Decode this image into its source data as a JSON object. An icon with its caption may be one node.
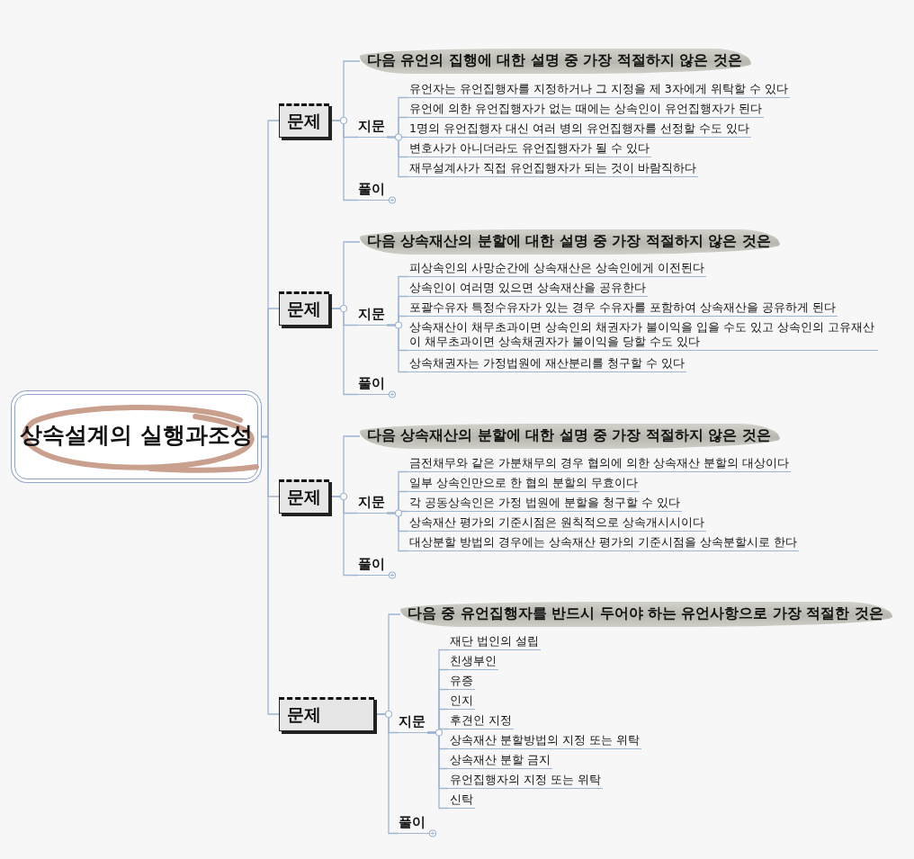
{
  "diagram": {
    "nodes": [
      {
        "text": [
          "상속설계의 실행과조성"
        ]
      },
      {
        "text": [
          "문제"
        ]
      },
      {
        "text": [
          "다음 유언의 집행에 대한 설명 중 가장 적절하지 않은 것은"
        ]
      },
      {
        "text": [
          "지문"
        ]
      },
      {
        "text": [
          "유언자는 유언집행자를 지정하거나 그 지정을 제 3자에게 위탁할 수 있다"
        ]
      },
      {
        "text": [
          "유언에 의한 유언집행자가 없는 때에는 상속인이 유언집행자가 된다"
        ]
      },
      {
        "text": [
          "1명의 유언집행자 대신 여러 병의 유언집행자를 선정할 수도 있다"
        ]
      },
      {
        "text": [
          "변호사가 아니더라도 유언집행자가 될 수 있다"
        ]
      },
      {
        "text": [
          "재무설계사가 직접 유언집행자가 되는 것이 바람직하다"
        ]
      },
      {
        "text": [
          "풀이"
        ]
      },
      {
        "text": [
          "문제"
        ]
      },
      {
        "text": [
          "다음 상속재산의 분할에 대한 설명 중 가장 적절하지 않은 것은"
        ]
      },
      {
        "text": [
          "지문"
        ]
      },
      {
        "text": [
          "피상속인의 사망순간에 상속재산은 상속인에게 이전된다"
        ]
      },
      {
        "text": [
          "상속인이 여러명 있으면 상속재산을 공유한다"
        ]
      },
      {
        "text": [
          "포괄수유자 특정수유자가 있는 경우 수유자를 포함하여 상속재산을 공유하게 된다"
        ]
      },
      {
        "text": [
          "상속재산이 채무초과이면 상속인의 채권자가 불이익을 입을 수도 있고 상속인의 고유재산이 채무초과이면 상속채권자가 불이익을 당할 수도 있다"
        ]
      },
      {
        "text": [
          "상속채권자는 가정법원에 재산분리를 청구할 수 있다"
        ]
      },
      {
        "text": [
          "풀이"
        ]
      },
      {
        "text": [
          "문제"
        ]
      },
      {
        "text": [
          "다음 상속재산의 분할에 대한 설명 중 가장 적절하지 않은 것은"
        ]
      },
      {
        "text": [
          "지문"
        ]
      },
      {
        "text": [
          "금전채무와 같은 가분채무의 경우 협의에 의한 상속재산 분할의 대상이다"
        ]
      },
      {
        "text": [
          "일부 상속인만으로 한 협의 분할의 무효이다"
        ]
      },
      {
        "text": [
          "각 공동상속인은 가정 법원에 분할을 청구할 수 있다"
        ]
      },
      {
        "text": [
          "상속재산 평가의 기준시점은 원칙적으로 상속개시시이다"
        ]
      },
      {
        "text": [
          "대상분할 방법의 경우에는 상속재산 평가의 기준시점을 상속분할시로 한다"
        ]
      },
      {
        "text": [
          "풀이"
        ]
      },
      {
        "text": [
          "문제"
        ]
      },
      {
        "text": [
          "다음 중 유언집행자를 반드시 두어야 하는 유언사항으로 가장 적절한 것은"
        ]
      },
      {
        "text": [
          "지문"
        ]
      },
      {
        "text": [
          "재단 법인의 설립"
        ]
      },
      {
        "text": [
          "친생부인"
        ]
      },
      {
        "text": [
          "유증"
        ]
      },
      {
        "text": [
          "인지"
        ]
      },
      {
        "text": [
          "후견인 지정"
        ]
      },
      {
        "text": [
          "상속재산 분할방법의 지정 또는 위탁"
        ]
      },
      {
        "text": [
          "상속재산 분할 금지"
        ]
      },
      {
        "text": [
          "유언집행자의 지정 또는 위탁"
        ]
      },
      {
        "text": [
          "신탁"
        ]
      },
      {
        "text": [
          "풀이"
        ]
      }
    ],
    "edges": [
      {
        "from": 0,
        "to": 1,
        "arrow": "none"
      },
      {
        "from": 0,
        "to": 10,
        "arrow": "none"
      },
      {
        "from": 0,
        "to": 19,
        "arrow": "none"
      },
      {
        "from": 0,
        "to": 28,
        "arrow": "none"
      },
      {
        "from": 1,
        "to": 2,
        "arrow": "none"
      },
      {
        "from": 1,
        "to": 3,
        "arrow": "none"
      },
      {
        "from": 1,
        "to": 9,
        "arrow": "none"
      },
      {
        "from": 3,
        "to": 4,
        "arrow": "none"
      },
      {
        "from": 3,
        "to": 5,
        "arrow": "none"
      },
      {
        "from": 3,
        "to": 6,
        "arrow": "none"
      },
      {
        "from": 3,
        "to": 7,
        "arrow": "none"
      },
      {
        "from": 3,
        "to": 8,
        "arrow": "none"
      },
      {
        "from": 10,
        "to": 11,
        "arrow": "none"
      },
      {
        "from": 10,
        "to": 12,
        "arrow": "none"
      },
      {
        "from": 10,
        "to": 18,
        "arrow": "none"
      },
      {
        "from": 12,
        "to": 13,
        "arrow": "none"
      },
      {
        "from": 12,
        "to": 14,
        "arrow": "none"
      },
      {
        "from": 12,
        "to": 15,
        "arrow": "none"
      },
      {
        "from": 12,
        "to": 16,
        "arrow": "none"
      },
      {
        "from": 12,
        "to": 17,
        "arrow": "none"
      },
      {
        "from": 19,
        "to": 20,
        "arrow": "none"
      },
      {
        "from": 19,
        "to": 21,
        "arrow": "none"
      },
      {
        "from": 19,
        "to": 27,
        "arrow": "none"
      },
      {
        "from": 21,
        "to": 22,
        "arrow": "none"
      },
      {
        "from": 21,
        "to": 23,
        "arrow": "none"
      },
      {
        "from": 21,
        "to": 24,
        "arrow": "none"
      },
      {
        "from": 21,
        "to": 25,
        "arrow": "none"
      },
      {
        "from": 21,
        "to": 26,
        "arrow": "none"
      },
      {
        "from": 28,
        "to": 29,
        "arrow": "none"
      },
      {
        "from": 28,
        "to": 30,
        "arrow": "none"
      },
      {
        "from": 28,
        "to": 40,
        "arrow": "none"
      },
      {
        "from": 30,
        "to": 31,
        "arrow": "none"
      },
      {
        "from": 30,
        "to": 32,
        "arrow": "none"
      },
      {
        "from": 30,
        "to": 33,
        "arrow": "none"
      },
      {
        "from": 30,
        "to": 34,
        "arrow": "none"
      },
      {
        "from": 30,
        "to": 35,
        "arrow": "none"
      },
      {
        "from": 30,
        "to": 36,
        "arrow": "none"
      },
      {
        "from": 30,
        "to": 37,
        "arrow": "none"
      },
      {
        "from": 30,
        "to": 38,
        "arrow": "none"
      },
      {
        "from": 30,
        "to": 39,
        "arrow": "none"
      }
    ]
  }
}
